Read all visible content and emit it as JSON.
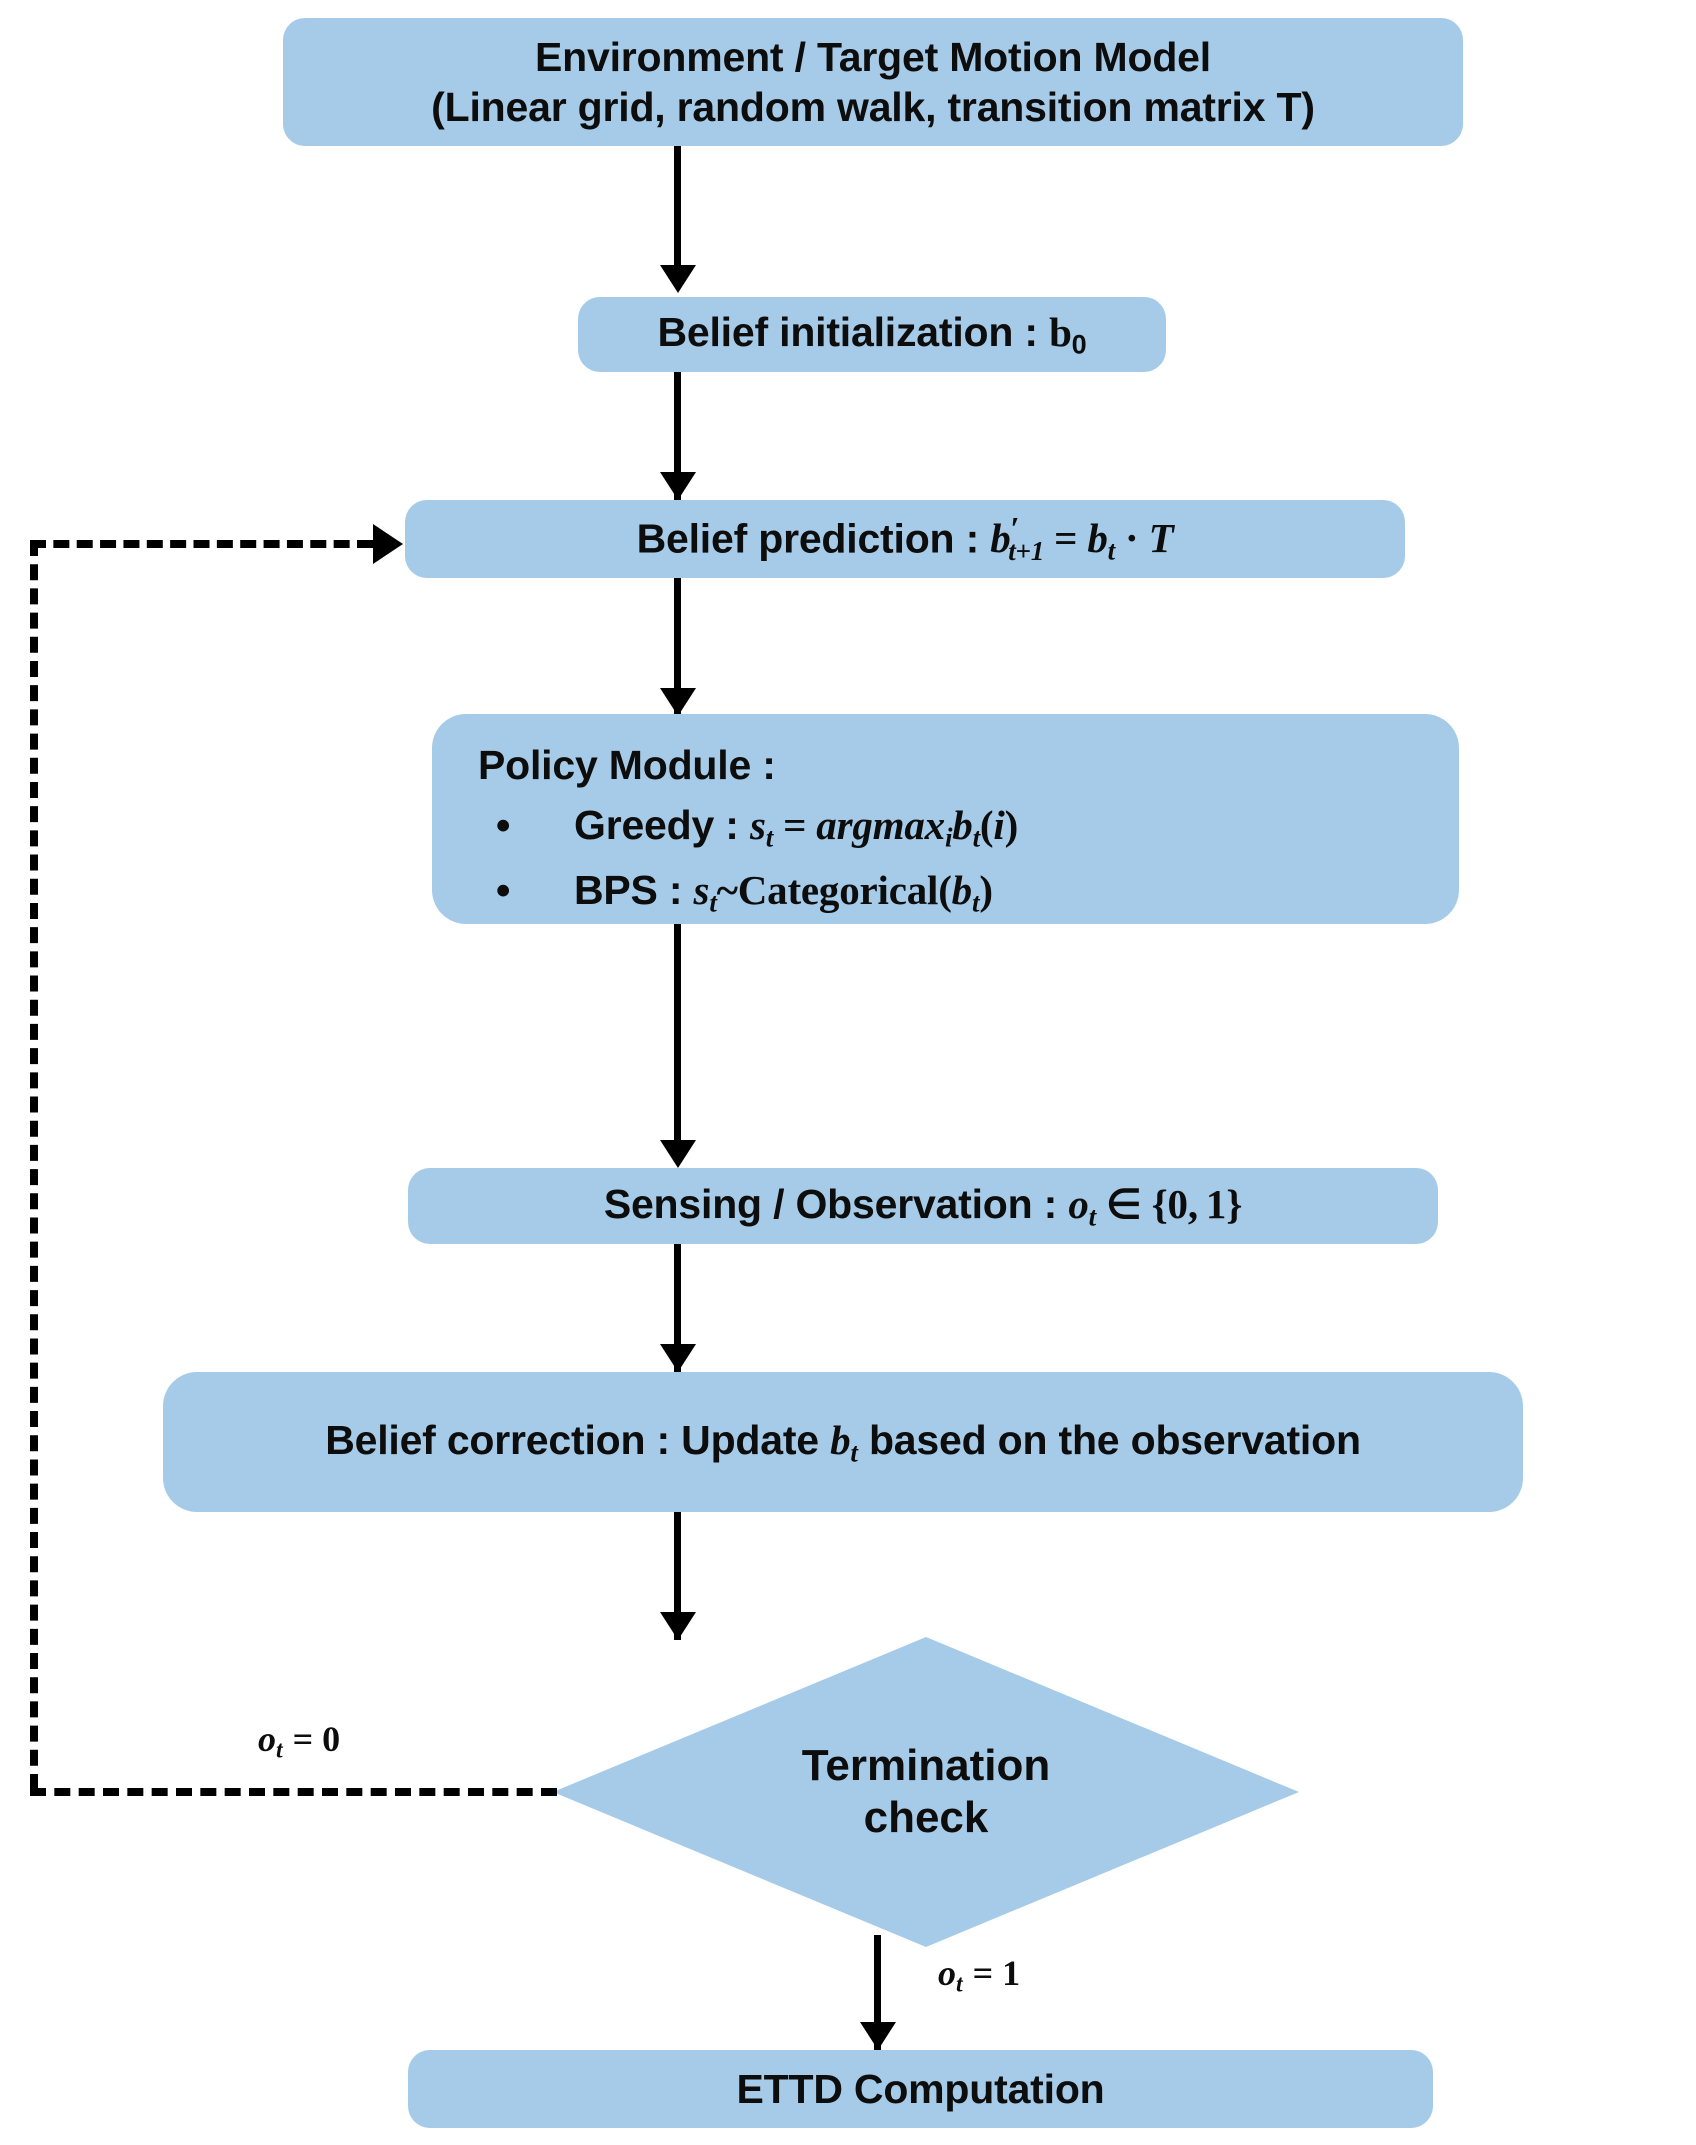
{
  "diagram": {
    "title": "Belief-based target search flowchart",
    "colors": {
      "node_fill": "#a6cbe8",
      "line": "#000000",
      "text": "#0d0d0d",
      "background": "#ffffff"
    },
    "nodes": {
      "environment": {
        "line1": "Environment / Target Motion Model",
        "line2": "(Linear grid, random walk, transition matrix T)"
      },
      "belief_init": {
        "label": "Belief initialization : ",
        "symbol": "b",
        "symbol_sub": "0"
      },
      "belief_prediction": {
        "label": "Belief prediction : ",
        "formula_plain": "b'_{t+1} = b_t · T"
      },
      "policy": {
        "title": "Policy Module :",
        "bullet": "•",
        "items": [
          {
            "name": "Greedy : ",
            "formula_plain": "s_t = argmax_i b_t(i)"
          },
          {
            "name": "BPS : ",
            "formula_plain": "s_t ~ Categorical(b_t)"
          }
        ]
      },
      "sensing": {
        "label": "Sensing / Observation : ",
        "formula_plain": "o_t ∈ {0, 1}"
      },
      "belief_correction": {
        "prefix": "Belief correction : Update ",
        "symbol": "b",
        "symbol_sub": "t",
        "suffix": " based on the observation"
      },
      "termination": {
        "line1": "Termination",
        "line2": "check"
      },
      "ettd": {
        "label": "ETTD Computation"
      }
    },
    "edge_labels": {
      "loop_back": {
        "symbol": "o",
        "symbol_sub": "t",
        "value": "= 0"
      },
      "terminate": {
        "symbol": "o",
        "symbol_sub": "t",
        "value": "= 1"
      }
    }
  }
}
